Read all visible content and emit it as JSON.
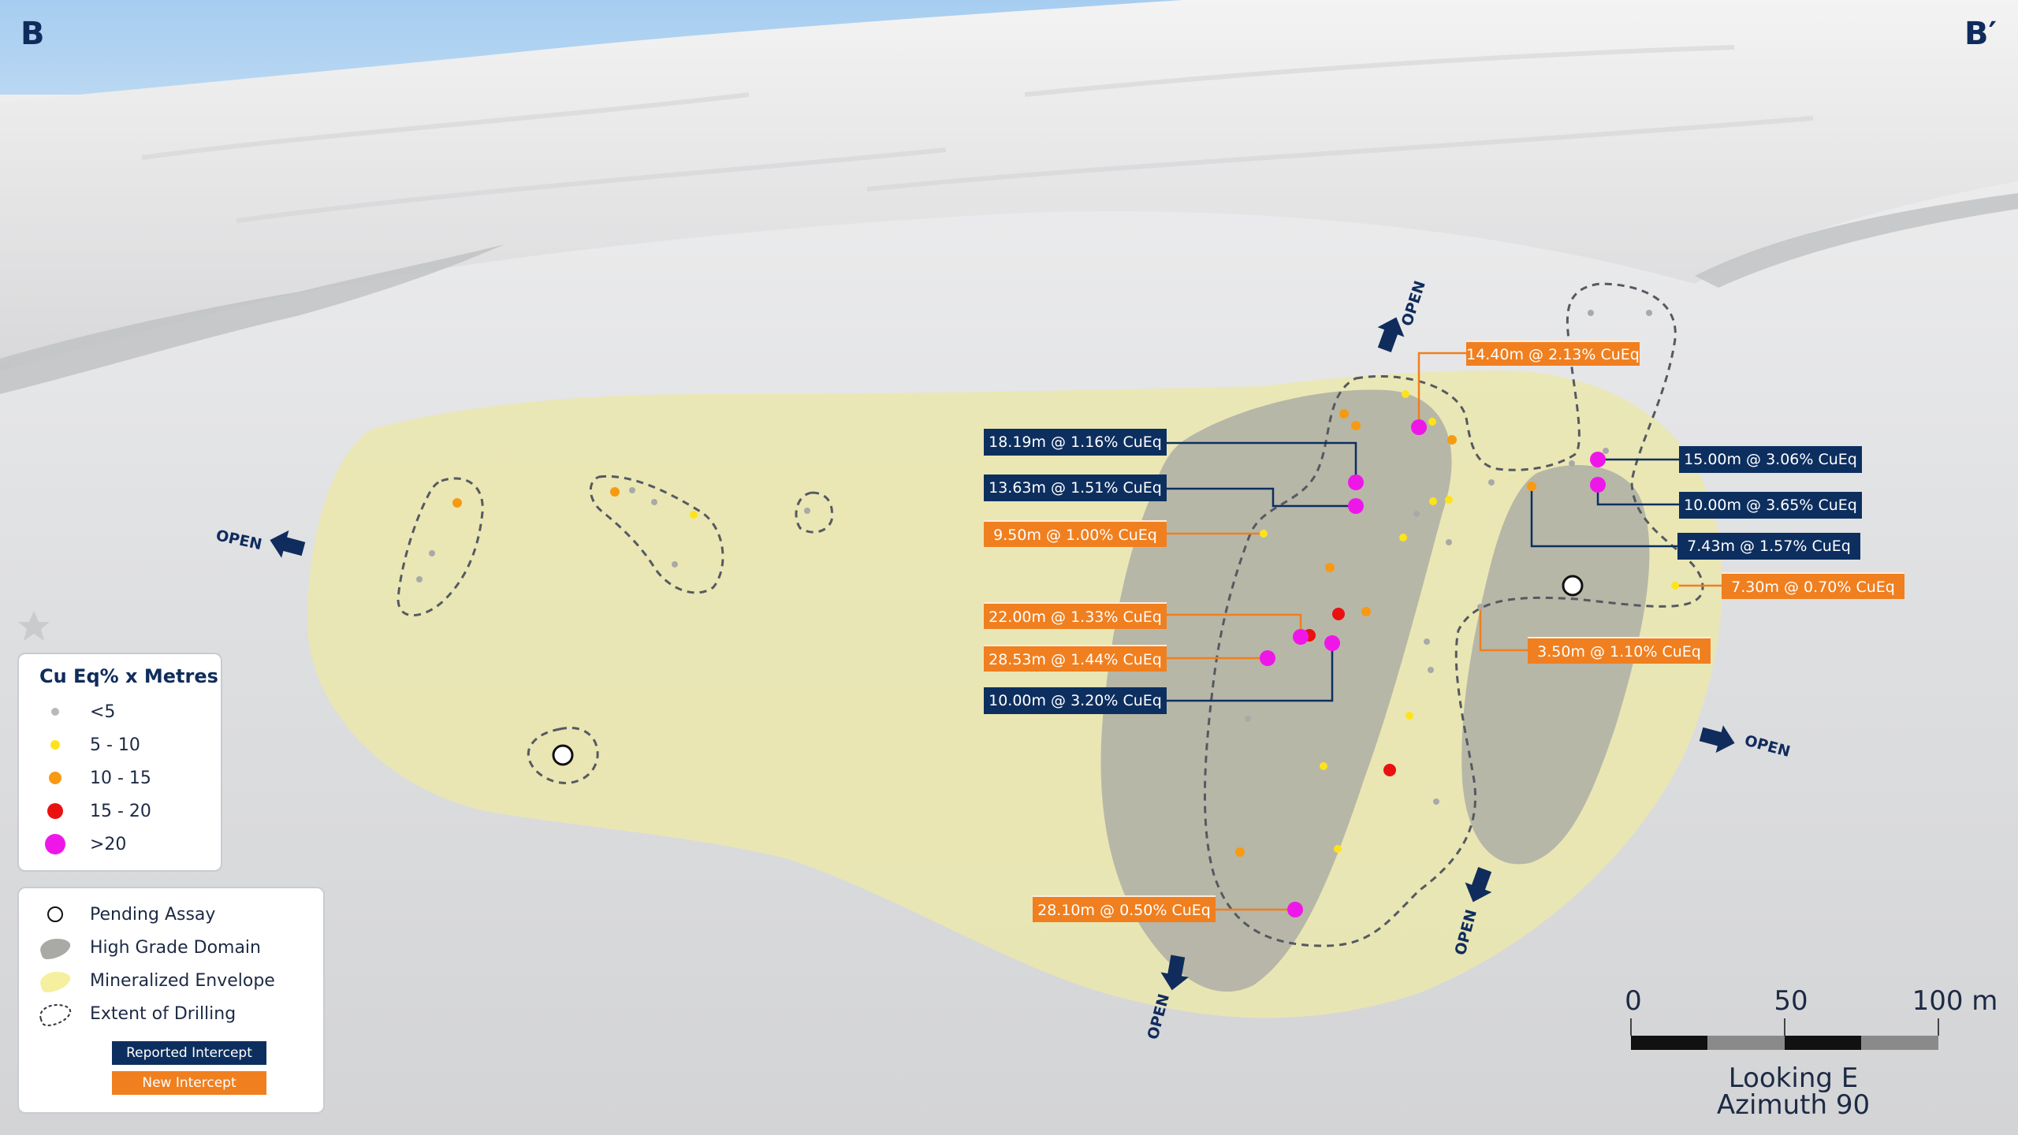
{
  "corners": {
    "left": "B",
    "right": "B′"
  },
  "open_label": "OPEN",
  "legend": {
    "grade_title": "Cu Eq% x Metres",
    "grade_items": [
      {
        "label": "<5",
        "color": "#b9b9b9"
      },
      {
        "label": "5 - 10",
        "color": "#ffe31a"
      },
      {
        "label": "10 - 15",
        "color": "#f79a12"
      },
      {
        "label": "15 - 20",
        "color": "#ea1111"
      },
      {
        "label": ">20",
        "color": "#ef17e8"
      }
    ],
    "feature_items": [
      {
        "label": "Pending Assay",
        "icon": "pending-assay-circle"
      },
      {
        "label": "High Grade Domain",
        "icon": "grey-blob"
      },
      {
        "label": "Mineralized Envelope",
        "icon": "yellow-blob"
      },
      {
        "label": "Extent of Drilling",
        "icon": "dashed-outline"
      }
    ],
    "reported_label": "Reported Intercept",
    "new_label": "New Intercept"
  },
  "colors": {
    "reported": "#0d2f5f",
    "new": "#f07f1f",
    "envelope": "#ebe7ad",
    "high_grade": "#a9a9a1",
    "navy": "#0f2c5c"
  },
  "intercepts": [
    {
      "text": "14.40m @ 2.13% CuEq",
      "type": "new"
    },
    {
      "text": "18.19m @ 1.16% CuEq",
      "type": "reported"
    },
    {
      "text": "13.63m @ 1.51% CuEq",
      "type": "reported"
    },
    {
      "text": "9.50m @ 1.00% CuEq",
      "type": "new"
    },
    {
      "text": "22.00m @ 1.33% CuEq",
      "type": "new"
    },
    {
      "text": "28.53m @ 1.44% CuEq",
      "type": "new"
    },
    {
      "text": "10.00m @ 3.20% CuEq",
      "type": "reported"
    },
    {
      "text": "28.10m @ 0.50% CuEq",
      "type": "new"
    },
    {
      "text": "15.00m @ 3.06% CuEq",
      "type": "reported"
    },
    {
      "text": "10.00m @ 3.65% CuEq",
      "type": "reported"
    },
    {
      "text": "7.43m @ 1.57% CuEq",
      "type": "reported"
    },
    {
      "text": "7.30m @ 0.70% CuEq",
      "type": "new"
    },
    {
      "text": "3.50m @ 1.10% CuEq",
      "type": "new"
    }
  ],
  "scale": {
    "ticks": [
      "0",
      "50",
      "100 m"
    ],
    "direction": "Looking E",
    "azimuth": "Azimuth 90"
  }
}
